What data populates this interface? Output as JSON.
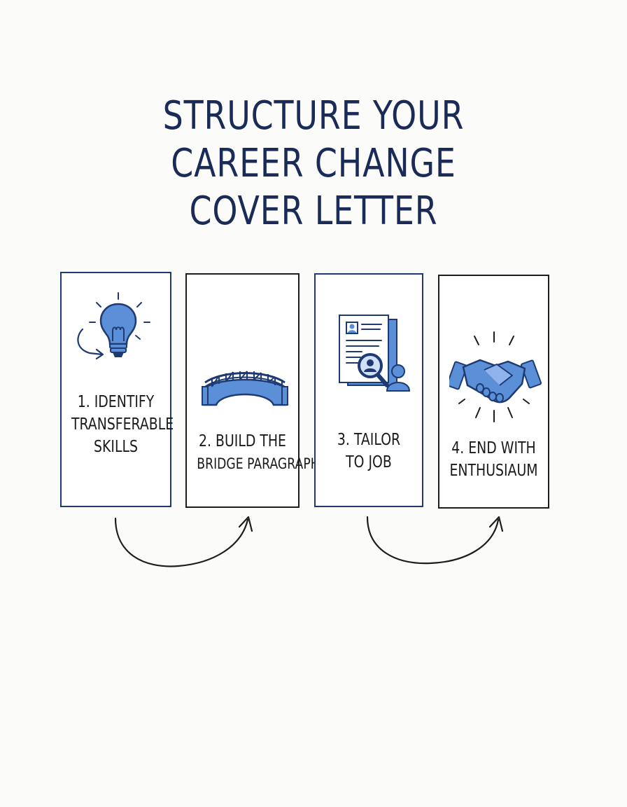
{
  "title": {
    "line1": "STRUCTURE YOUR",
    "line2": "CAREER CHANGE",
    "line3": "COVER LETTER"
  },
  "colors": {
    "title": "#1b2b57",
    "icon_fill": "#5b8fd8",
    "icon_stroke": "#1f3a73",
    "card_border_blue": "#1f3a73",
    "card_border_dark": "#1d1d1d"
  },
  "steps": [
    {
      "icon": "lightbulb-icon",
      "lines": [
        "1. IDENTIFY",
        "TRANSFERABLE",
        "SKILLS"
      ]
    },
    {
      "icon": "bridge-icon",
      "lines": [
        "2. BUILD THE",
        "BRIDGE PARAGRAPH"
      ]
    },
    {
      "icon": "resume-search-icon",
      "lines": [
        "3. TAILOR",
        "TO JOB"
      ]
    },
    {
      "icon": "handshake-icon",
      "lines": [
        "4. END WITH",
        "ENTHUSIAUM"
      ]
    }
  ]
}
